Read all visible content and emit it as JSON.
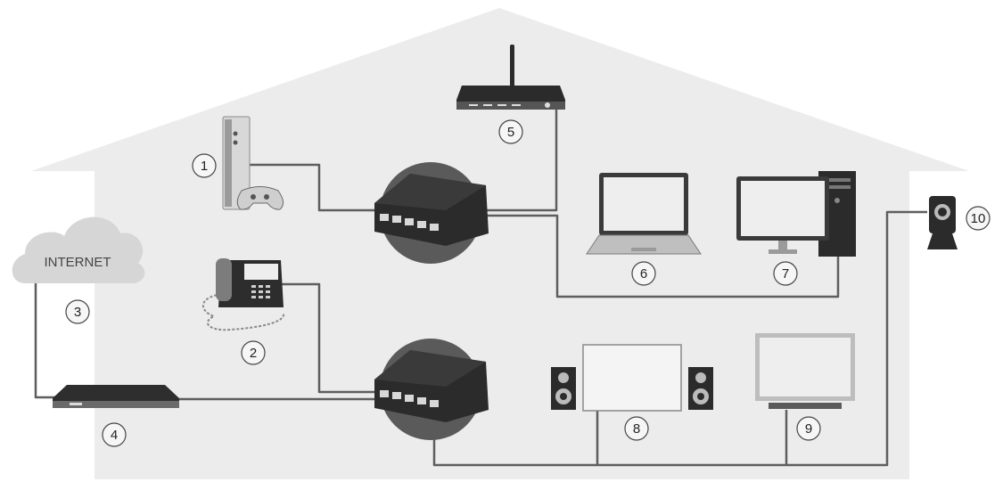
{
  "cloud": {
    "label": "INTERNET"
  },
  "callouts": {
    "game_console": "1",
    "phone": "2",
    "internet": "3",
    "modem": "4",
    "wifi_router": "5",
    "laptop": "6",
    "desktop_pc": "7",
    "home_theater": "8",
    "smart_tv": "9",
    "ip_camera": "10"
  },
  "colors": {
    "house_fill": "#ececec",
    "cable": "#5e5e5e",
    "device_dark": "#2b2b2b",
    "switch_halo": "#5a5a5a",
    "cloud": "#d6d6d6"
  }
}
